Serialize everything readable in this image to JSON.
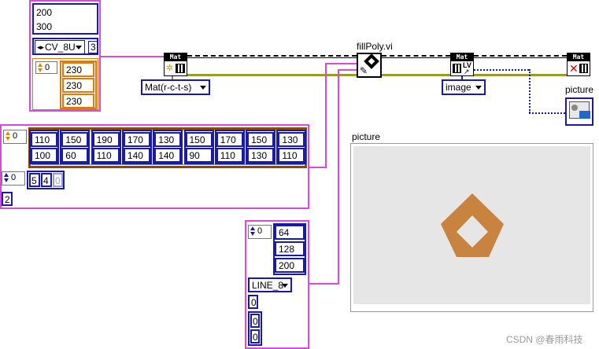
{
  "size_cluster": {
    "rows": "200",
    "cols": "300",
    "type": "CV_8U",
    "channels": "3"
  },
  "scalar_array": {
    "index": "0",
    "values": [
      "230",
      "230",
      "230"
    ]
  },
  "mat_ring": {
    "label": "Mat(r-c-t-s)"
  },
  "fillpoly_label": "fillPoly.vi",
  "image_ring": {
    "label": "image"
  },
  "picture_terminal_label": "picture",
  "points": {
    "index": "0",
    "x": [
      "110",
      "150",
      "190",
      "170",
      "130",
      "150",
      "170",
      "150",
      "130"
    ],
    "y": [
      "100",
      "60",
      "110",
      "140",
      "140",
      "90",
      "110",
      "130",
      "110"
    ]
  },
  "npts": {
    "index": "0",
    "values": [
      "5",
      "4",
      "0"
    ]
  },
  "ncontours": "2",
  "color_array": {
    "index": "0",
    "values": [
      "64",
      "128",
      "200"
    ]
  },
  "line_type": {
    "label": "LINE_8"
  },
  "shift": "0",
  "offset": [
    "0",
    "0"
  ],
  "picture_panel": {
    "label": "picture",
    "bg_color": "#e6e6e6",
    "fill_color": "#c8843f"
  },
  "watermark": "CSDN @春雨科技"
}
